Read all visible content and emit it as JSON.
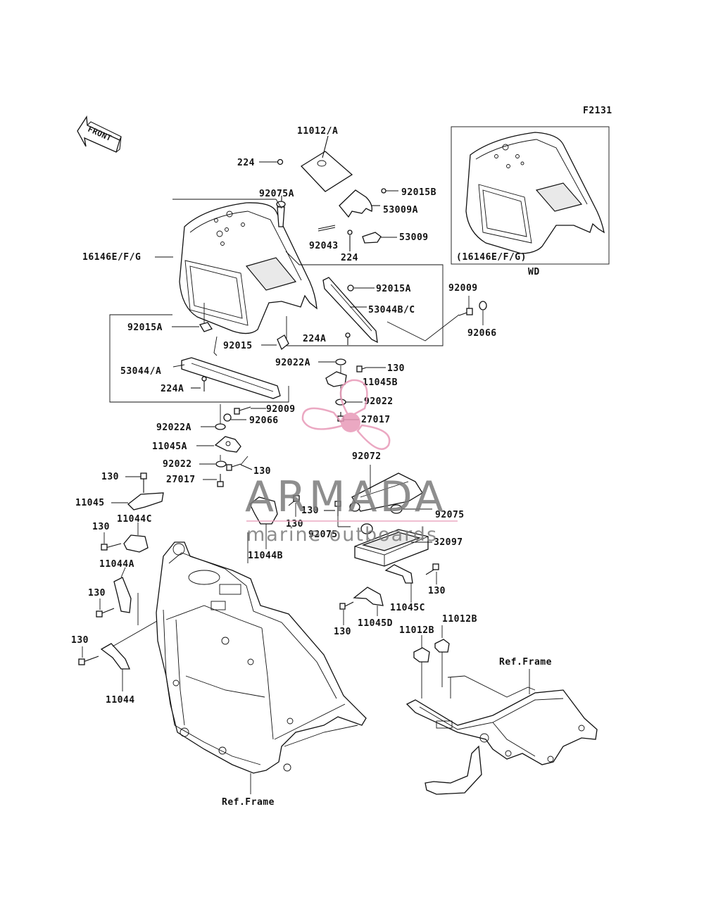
{
  "diagram_code": "F2131",
  "front_label": "FRONT",
  "variant_box": {
    "part_label": "(16146E/F/G)",
    "model_label": "WD"
  },
  "frame_labels": {
    "main": "Ref.Frame",
    "subframe": "Ref.Frame"
  },
  "callouts": {
    "c11012A": "11012/A",
    "c224_top": "224",
    "c92075A": "92075A",
    "c92015B": "92015B",
    "c53009A": "53009A",
    "c92043": "92043",
    "c224_mid": "224",
    "c53009": "53009",
    "c16146EFG": "16146E/F/G",
    "c92015A_r": "92015A",
    "c53044BC": "53044B/C",
    "c92009_r": "92009",
    "c92066_r": "92066",
    "c92015A_l": "92015A",
    "c224A_r": "224A",
    "c92015": "92015",
    "c53044A": "53044/A",
    "c92022A_r": "92022A",
    "c130_r1": "130",
    "c11045B": "11045B",
    "c224A_l": "224A",
    "c92022_r": "92022",
    "c92009_l": "92009",
    "c27017_r": "27017",
    "c92022A_l": "92022A",
    "c92066_l": "92066",
    "c11045A": "11045A",
    "c92072": "92072",
    "c92022_l": "92022",
    "c130_l1": "130",
    "c130_a": "130",
    "c27017_l": "27017",
    "c11045": "11045",
    "c130_b": "130",
    "c130_c": "130",
    "c92075_r": "92075",
    "c130_d": "130",
    "c11044C": "11044C",
    "c92075_m": "92075",
    "c32097": "32097",
    "c11044B": "11044B",
    "c11044A": "11044A",
    "c130_e": "130",
    "c130_f": "130",
    "c11045C": "11045C",
    "c11012B_a": "11012B",
    "c130_g": "130",
    "c11045D": "11045D",
    "c130_h": "130",
    "c11012B_b": "11012B",
    "c11044": "11044"
  },
  "watermark": {
    "brand": "ARMADA",
    "tagline": "marine outboards",
    "accent": "#e89ab8"
  }
}
